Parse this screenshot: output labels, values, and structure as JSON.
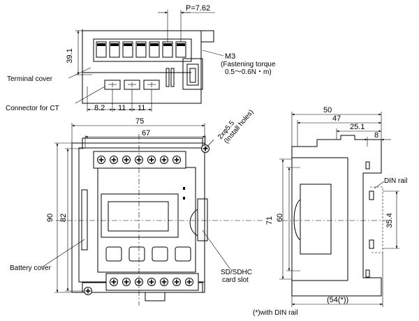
{
  "labels": {
    "pitch": "P=7.62",
    "dim_39_1": "39.1",
    "m3": "M3",
    "torque_line1": "(Fastening torque",
    "torque_line2": "0.5～0.6N・m)",
    "terminal_cover": "Terminal cover",
    "connector_for_ct": "Connector for CT",
    "dim_8_2": "8.2",
    "dim_11_a": "11",
    "dim_11_b": "11",
    "dim_75": "75",
    "dim_67": "67",
    "install_holes_line1": "2xφ5.5",
    "install_holes_line2": "(Install holes)",
    "dim_90": "90",
    "dim_82": "82",
    "battery_cover": "Battery cover",
    "sd_line1": "SD/SDHC",
    "sd_line2": "card slot",
    "dim_50": "50",
    "dim_47": "47",
    "dim_25_1": "25.1",
    "dim_8": "8",
    "din_rail": "DIN rail",
    "dim_71": "71",
    "dim_60": "60",
    "dim_35_4": "35.4",
    "dim_54": "(54(*))",
    "footnote": "(*)with DIN rail"
  }
}
